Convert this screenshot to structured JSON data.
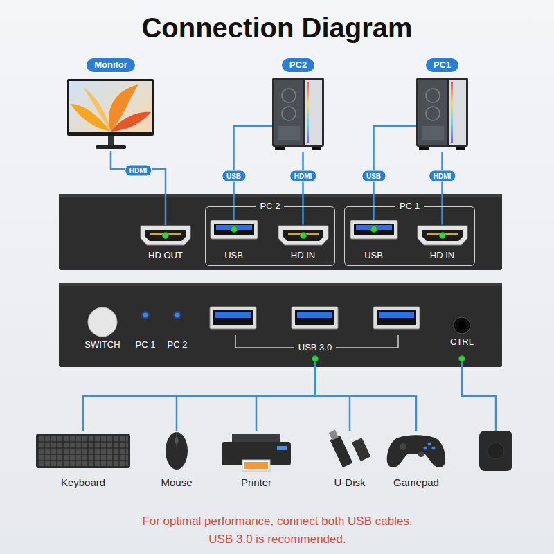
{
  "diagram": {
    "title": "Connection Diagram",
    "caption": "For optimal performance, connect both USB cables. USB 3.0 is recommended.",
    "nodes": [
      {
        "text": [
          "Monitor"
        ]
      },
      {
        "text": [
          "PC2"
        ]
      },
      {
        "text": [
          "PC1"
        ]
      },
      {
        "text": [
          "HD OUT"
        ]
      },
      {
        "text": [
          "PC 2"
        ]
      },
      {
        "text": [
          "USB"
        ],
        "in": 4
      },
      {
        "text": [
          "HD IN"
        ],
        "in": 4
      },
      {
        "text": [
          "PC 1"
        ]
      },
      {
        "text": [
          "USB"
        ],
        "in": 7
      },
      {
        "text": [
          "HD IN"
        ],
        "in": 7
      },
      {
        "text": [
          "SWITCH"
        ]
      },
      {
        "text": [
          "USB 3.0"
        ]
      },
      {
        "text": [
          "CTRL"
        ]
      },
      {
        "text": [
          "Keyboard"
        ]
      },
      {
        "text": [
          "Mouse"
        ]
      },
      {
        "text": [
          "Printer"
        ]
      },
      {
        "text": [
          "U-Disk"
        ]
      },
      {
        "text": [
          "Gamepad"
        ]
      }
    ],
    "edges": [
      {
        "from": 0,
        "to": 3,
        "label": "HDMI",
        "arrow": "none"
      },
      {
        "from": 1,
        "to": 5,
        "label": "USB",
        "arrow": "none"
      },
      {
        "from": 1,
        "to": 6,
        "label": "HDMI",
        "arrow": "none"
      },
      {
        "from": 2,
        "to": 8,
        "label": "USB",
        "arrow": "none"
      },
      {
        "from": 2,
        "to": 9,
        "label": "HDMI",
        "arrow": "none"
      },
      {
        "from": 11,
        "to": 13,
        "arrow": "none"
      },
      {
        "from": 11,
        "to": 14,
        "arrow": "none"
      },
      {
        "from": 11,
        "to": 15,
        "arrow": "none"
      },
      {
        "from": 11,
        "to": 16,
        "arrow": "none"
      },
      {
        "from": 11,
        "to": 17,
        "arrow": "none"
      }
    ],
    "labels": [
      "PC 1",
      "PC 2"
    ]
  }
}
